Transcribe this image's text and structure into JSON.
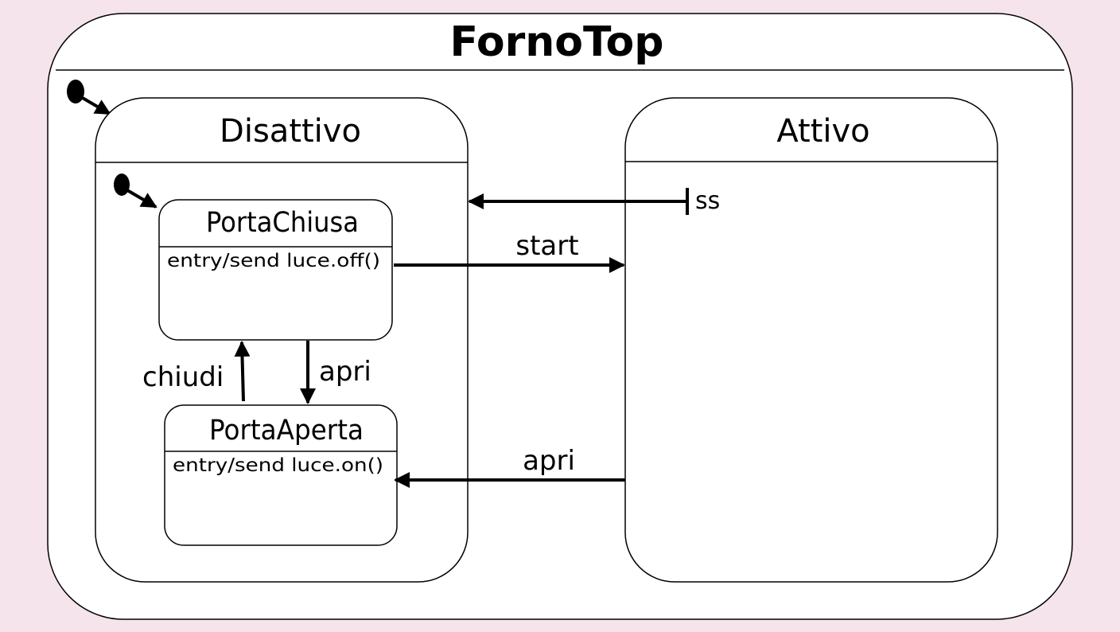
{
  "diagram": {
    "title": "FornoTop",
    "states": {
      "disattivo": {
        "name": "Disattivo"
      },
      "attivo": {
        "name": "Attivo"
      },
      "porta_chiusa": {
        "name": "PortaChiusa",
        "entry": "entry/send luce.off()"
      },
      "porta_aperta": {
        "name": "PortaAperta",
        "entry": "entry/send luce.on()"
      }
    },
    "transitions": {
      "ss": "ss",
      "start": "start",
      "apri_top": "apri",
      "apri_bottom": "apri",
      "chiudi": "chiudi"
    },
    "colors": {
      "background": "#f5e4ec",
      "state_fill": "#ffffff",
      "stroke": "#000000"
    }
  }
}
